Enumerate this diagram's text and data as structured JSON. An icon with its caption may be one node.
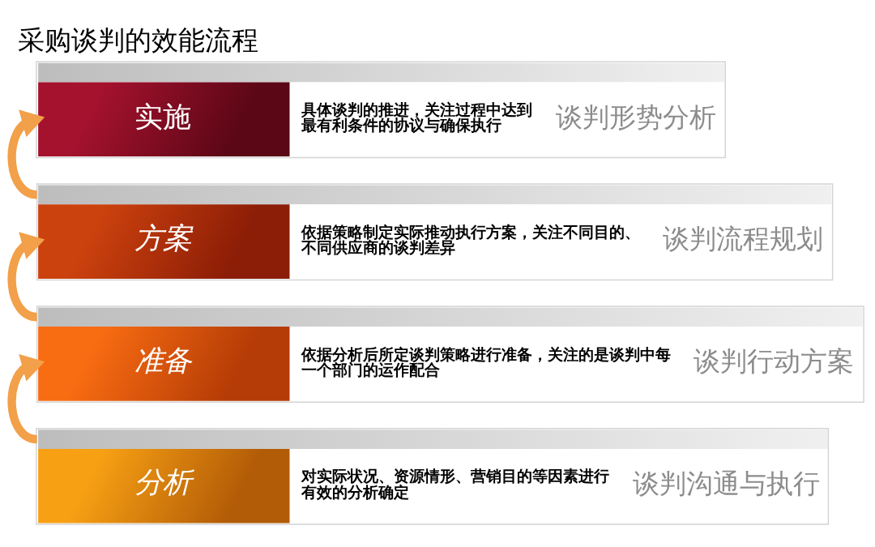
{
  "diagram": {
    "title": "采购谈判的效能流程",
    "nodes": [
      {
        "text": [
          "实施",
          "具体谈判的推进，关注过程中达到最有利条件的协议与确保执行",
          "谈判形势分析"
        ]
      },
      {
        "text": [
          "方案",
          "依据策略制定实际推动执行方案，关注不同目的、不同供应商的谈判差异",
          "谈判流程规划"
        ]
      },
      {
        "text": [
          "准备",
          "依据分析后所定谈判策略进行准备，关注的是谈判中每一个部门的运作配合",
          "谈判行动方案"
        ]
      },
      {
        "text": [
          "分析",
          "对实际状况、资源情形、营销目的等因素进行有效的分析确定",
          "谈判沟通与执行"
        ]
      }
    ],
    "edges": [
      {
        "from": 3,
        "to": 2,
        "arrow": "to"
      },
      {
        "from": 2,
        "to": 1,
        "arrow": "to"
      },
      {
        "from": 1,
        "to": 0,
        "arrow": "to"
      }
    ]
  }
}
